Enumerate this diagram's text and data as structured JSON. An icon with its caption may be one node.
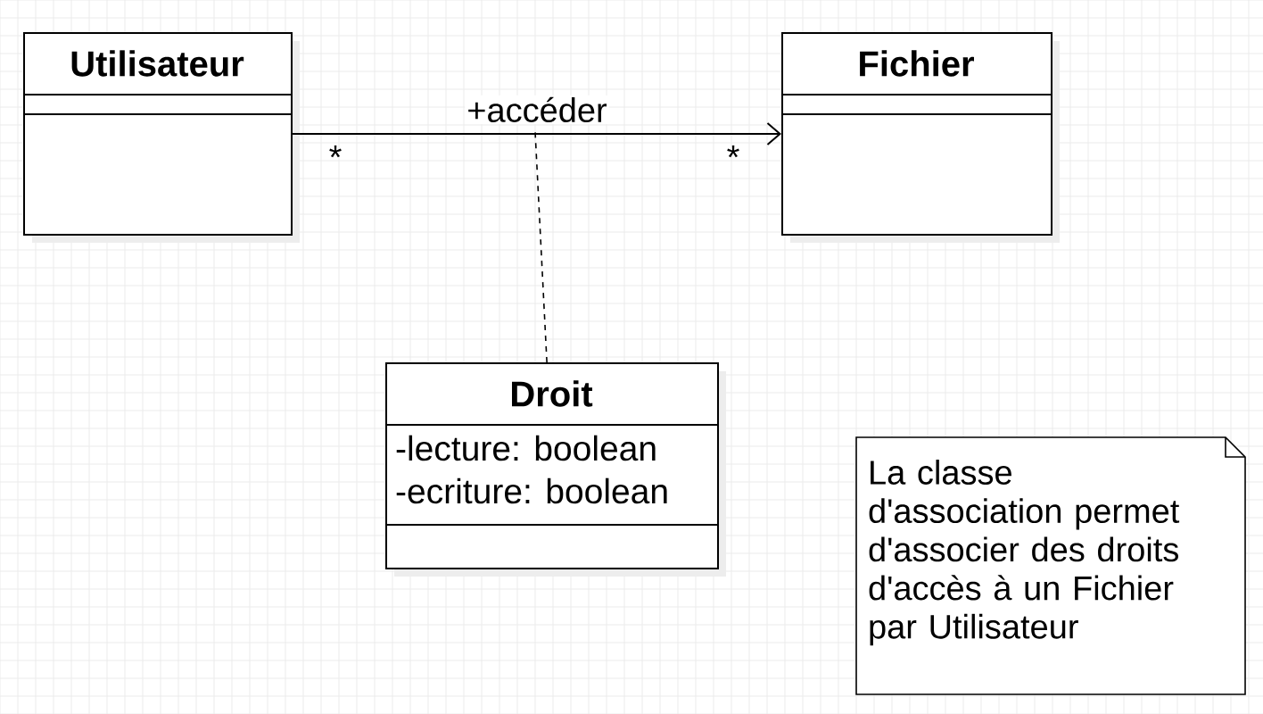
{
  "diagram": {
    "nodes": [
      {
        "text": [
          "Utilisateur"
        ]
      },
      {
        "text": [
          "Fichier"
        ]
      },
      {
        "text": [
          "Droit",
          "-lecture: boolean",
          "-ecriture: boolean"
        ]
      },
      {
        "text": [
          "La classe d'association permet d'associer des droits d'accès à un Fichier par Utilisateur"
        ]
      }
    ],
    "edges": [
      {
        "from": 0,
        "to": 1,
        "arrow": "to",
        "label": "+accéder"
      },
      {
        "from": 2,
        "to": null,
        "arrow": "none",
        "style": "dashed"
      }
    ],
    "labels": [
      "*",
      "*"
    ]
  }
}
